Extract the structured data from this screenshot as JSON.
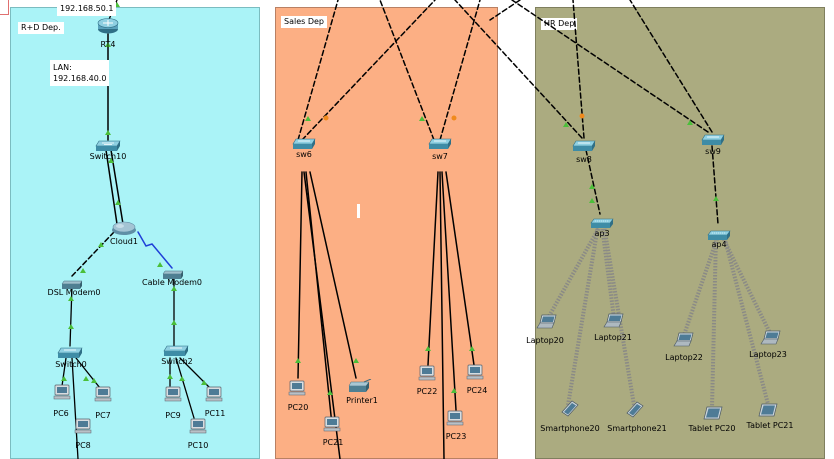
{
  "zones": {
    "rd": {
      "label": "R+D Dep.",
      "color": "#aaf3f7"
    },
    "sales": {
      "label": "Sales Dep",
      "color": "#fcaf84"
    },
    "hr": {
      "label": "HR Dep",
      "color": "#abab80"
    }
  },
  "notes": {
    "top_ip": "192.168.50.1",
    "lan_title": "LAN:",
    "lan_ip": "192.168.40.0"
  },
  "devices": {
    "rt4": {
      "label": "RT4",
      "icon": "router-icon"
    },
    "switch10": {
      "label": "Switch10",
      "icon": "switch-icon"
    },
    "cloud1": {
      "label": "Cloud1",
      "icon": "cloud-icon"
    },
    "dsl_modem0": {
      "label": "DSL Modem0",
      "icon": "modem-icon"
    },
    "cable_modem0": {
      "label": "Cable Modem0",
      "icon": "modem-icon"
    },
    "switch0": {
      "label": "Switch0",
      "icon": "switch-icon"
    },
    "switch2": {
      "label": "Switch2",
      "icon": "switch-icon"
    },
    "pc6": {
      "label": "PC6",
      "icon": "pc-icon"
    },
    "pc7": {
      "label": "PC7",
      "icon": "pc-icon"
    },
    "pc8": {
      "label": "PC8",
      "icon": "pc-icon"
    },
    "pc9": {
      "label": "PC9",
      "icon": "pc-icon"
    },
    "pc10": {
      "label": "PC10",
      "icon": "pc-icon"
    },
    "pc11": {
      "label": "PC11",
      "icon": "pc-icon"
    },
    "sw6": {
      "label": "sw6",
      "icon": "switch-icon"
    },
    "sw7": {
      "label": "sw7",
      "icon": "switch-icon"
    },
    "pc20": {
      "label": "PC20",
      "icon": "pc-icon"
    },
    "pc21": {
      "label": "PC21",
      "icon": "pc-icon"
    },
    "printer1": {
      "label": "Printer1",
      "icon": "printer-icon"
    },
    "pc22": {
      "label": "PC22",
      "icon": "pc-icon"
    },
    "pc23": {
      "label": "PC23",
      "icon": "pc-icon"
    },
    "pc24": {
      "label": "PC24",
      "icon": "pc-icon"
    },
    "sw8": {
      "label": "sw8",
      "icon": "switch-icon"
    },
    "sw9": {
      "label": "sw9",
      "icon": "switch-icon"
    },
    "ap3": {
      "label": "ap3",
      "icon": "access-point-icon"
    },
    "ap4": {
      "label": "ap4",
      "icon": "access-point-icon"
    },
    "laptop20": {
      "label": "Laptop20",
      "icon": "laptop-icon"
    },
    "laptop21": {
      "label": "Laptop21",
      "icon": "laptop-icon"
    },
    "laptop22": {
      "label": "Laptop22",
      "icon": "laptop-icon"
    },
    "laptop23": {
      "label": "Laptop23",
      "icon": "laptop-icon"
    },
    "smartphone20": {
      "label": "Smartphone20",
      "icon": "smartphone-icon"
    },
    "smartphone21": {
      "label": "Smartphone21",
      "icon": "smartphone-icon"
    },
    "tablet_pc20": {
      "label": "Tablet PC20",
      "icon": "tablet-icon"
    },
    "tablet_pc21": {
      "label": "Tablet PC21",
      "icon": "tablet-icon"
    }
  },
  "colors": {
    "link_up": "#4bbf3a",
    "link_down": "#f08a1c",
    "link_serial": "#1f3fd8",
    "wireless": "#8a8a86"
  }
}
